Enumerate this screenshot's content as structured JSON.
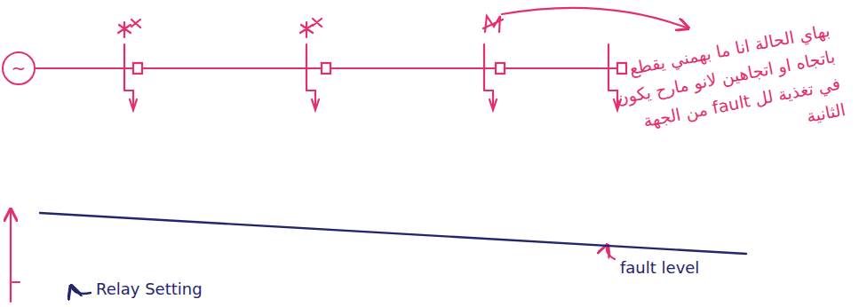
{
  "diagram": {
    "nodes": [
      {
        "text": [
          "~"
        ]
      }
    ],
    "labels": [
      "بهاي الحالة انا ما بهمني يقطع باتجاه او اتجاهين لانو مارح يكون في تغذية لل fault من الجهة الثانية",
      "fault level",
      "Relay Setting"
    ]
  }
}
